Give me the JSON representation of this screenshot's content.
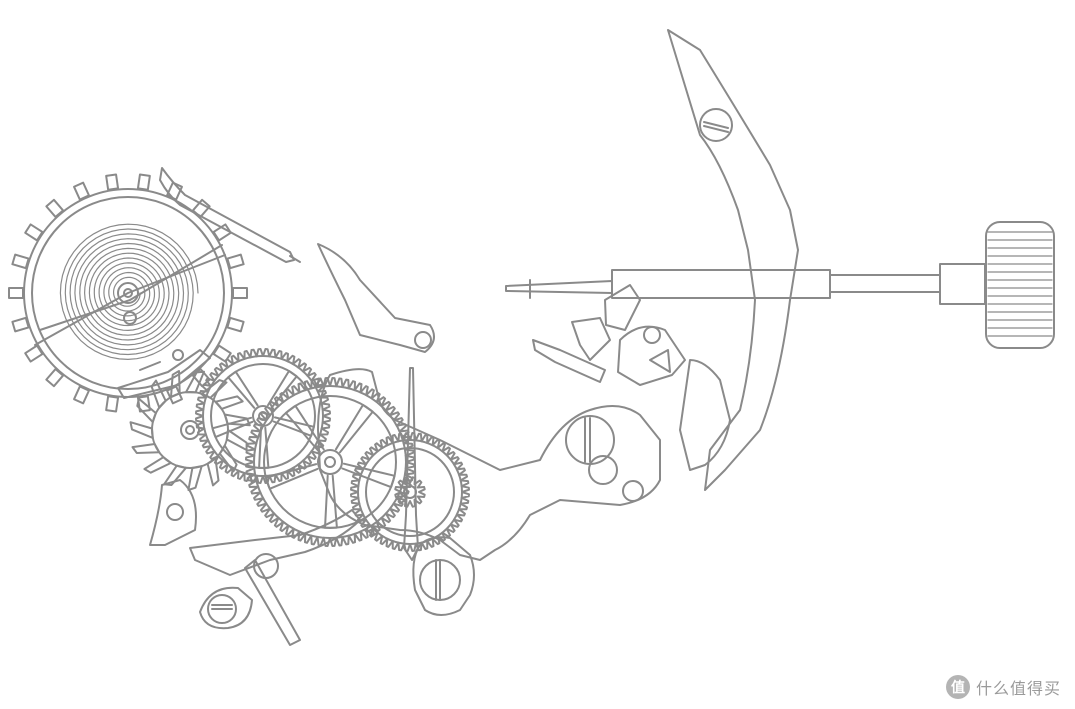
{
  "drawing": {
    "line_color": "#8a8a8a",
    "background_color": "#ffffff",
    "style": "line-art"
  },
  "watermark": {
    "badge_char": "值",
    "text": "什么值得买"
  }
}
